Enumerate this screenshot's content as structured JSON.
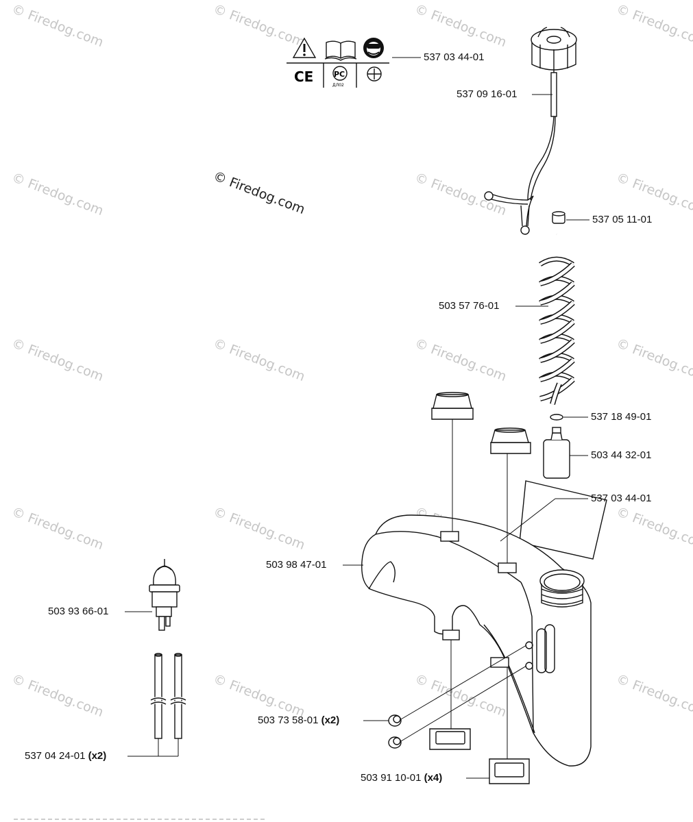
{
  "watermark": "© Firedog.com",
  "watermark_main": "© Firedog.com",
  "symbols": {
    "ce": "CE",
    "rus": "ДЛ02"
  },
  "parts": [
    {
      "id": "p1",
      "number": "537 03 44-01",
      "qty": ""
    },
    {
      "id": "p2",
      "number": "537 09 16-01",
      "qty": ""
    },
    {
      "id": "p3",
      "number": "537 05 11-01",
      "qty": ""
    },
    {
      "id": "p4",
      "number": "503 57 76-01",
      "qty": ""
    },
    {
      "id": "p5",
      "number": "537 18 49-01",
      "qty": ""
    },
    {
      "id": "p6",
      "number": "503 44 32-01",
      "qty": ""
    },
    {
      "id": "p7",
      "number": "537 03 44-01",
      "qty": ""
    },
    {
      "id": "p8",
      "number": "503 98 47-01",
      "qty": ""
    },
    {
      "id": "p9",
      "number": "503 93 66-01",
      "qty": ""
    },
    {
      "id": "p10",
      "number": "503 73 58-01",
      "qty": "(x2)"
    },
    {
      "id": "p11",
      "number": "537 04 24-01",
      "qty": "(x2)"
    },
    {
      "id": "p12",
      "number": "503 91 10-01",
      "qty": "(x4)"
    }
  ]
}
